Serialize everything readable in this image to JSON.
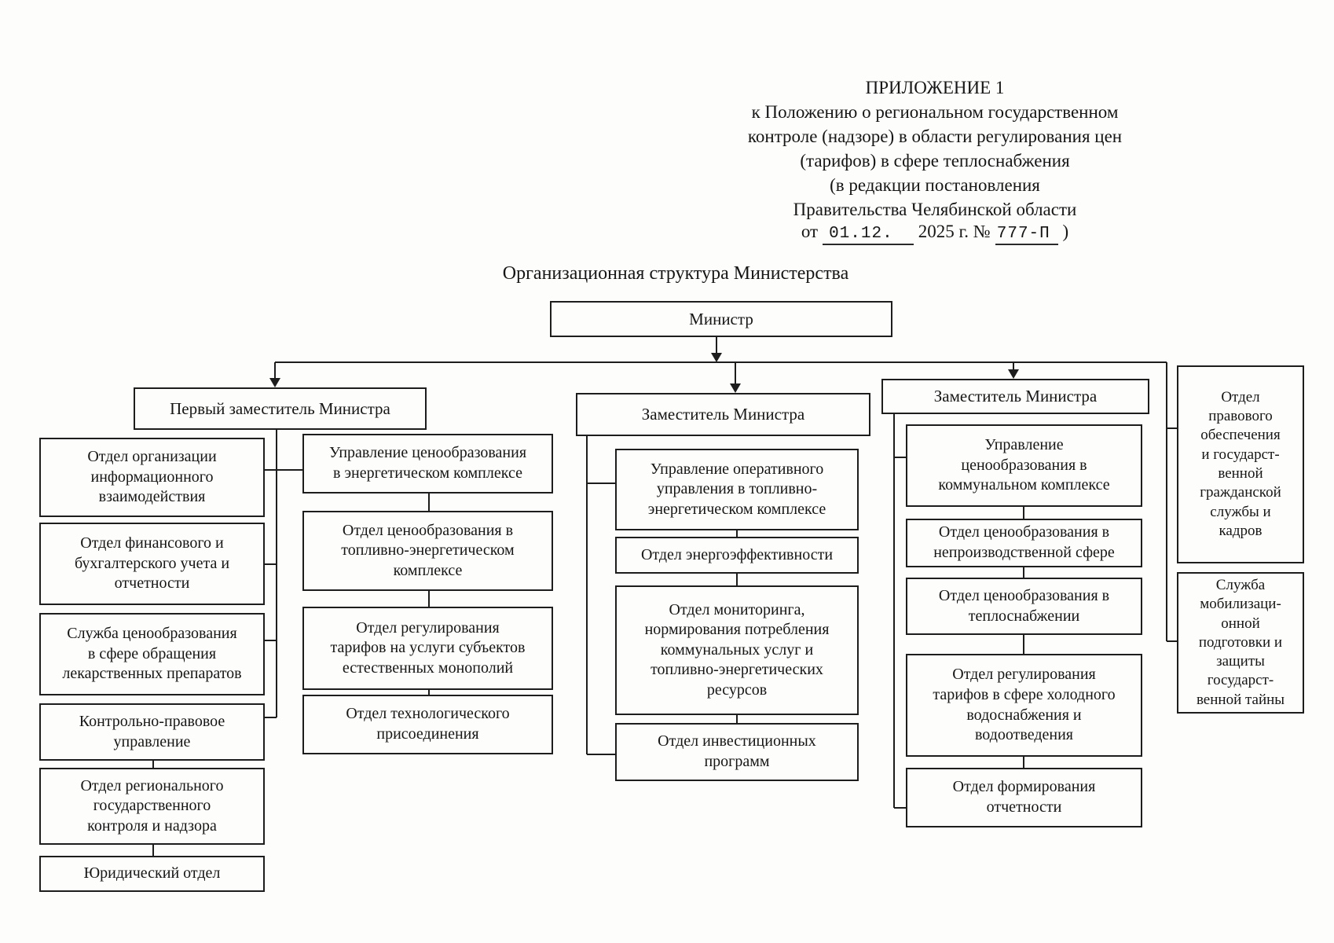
{
  "header": {
    "lines": [
      "ПРИЛОЖЕНИЕ 1",
      "к Положению о региональном государственном",
      "контроле (надзоре) в области регулирования цен",
      "(тарифов) в сфере теплоснабжения",
      "(в редакции постановления",
      "Правительства Челябинской области"
    ],
    "date_line": {
      "prefix": "от",
      "date": "01.12.",
      "middle": "2025 г. №",
      "number": "777-П",
      "suffix": ")"
    }
  },
  "title": "Организационная структура Министерства",
  "org": {
    "minister": "Министр",
    "first_deputy": "Первый заместитель Министра",
    "deputy_fuel_energy": "Заместитель Министра",
    "deputy_utilities": "Заместитель Министра",
    "col1": [
      "Отдел организации\nинформационного\nвзаимодействия",
      "Отдел финансового и\nбухгалтерского учета и\nотчетности",
      "Служба ценообразования\nв сфере обращения\nлекарственных препаратов",
      "Контрольно-правовое\nуправление",
      "Отдел регионального\nгосударственного\nконтроля и надзора",
      "Юридический отдел"
    ],
    "col2": [
      "Управление ценообразования\nв энергетическом комплексе",
      "Отдел ценообразования в\nтопливно-энергетическом\nкомплексе",
      "Отдел регулирования\nтарифов на услуги субъектов\nестественных монополий",
      "Отдел технологического\nприсоединения"
    ],
    "col3": [
      "Управление оперативного\nуправления в топливно-\nэнергетическом комплексе",
      "Отдел энергоэффективности",
      "Отдел мониторинга,\nнормирования потребления\nкоммунальных услуг и\nтопливно-энергетических\nресурсов",
      "Отдел инвестиционных\nпрограмм"
    ],
    "col4": [
      "Управление\nценообразования в\nкоммунальном комплексе",
      "Отдел ценообразования в\nнепроизводственной сфере",
      "Отдел ценообразования в\nтеплоснабжении",
      "Отдел регулирования\nтарифов в сфере холодного\nводоснабжения и\nводоотведения",
      "Отдел формирования\nотчетности"
    ],
    "right_col": [
      "Отдел\nправового\nобеспечения\nи государст-\nвенной\nгражданской\nслужбы и\nкадров",
      "Служба\nмобилизаци-\nонной\nподготовки и\nзащиты\nгосударст-\nвенной тайны"
    ]
  }
}
